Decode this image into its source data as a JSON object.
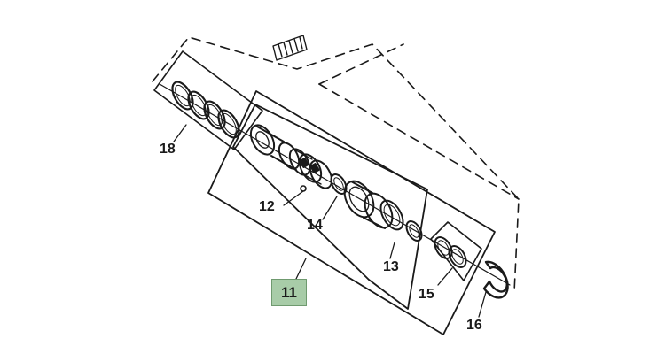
{
  "callouts": {
    "c11": "11",
    "c12": "12",
    "c13": "13",
    "c14": "14",
    "c15": "15",
    "c16": "16",
    "c18": "18"
  },
  "colors": {
    "line": "#1a1a1a",
    "highlight": "#a8cca8",
    "highlight_border": "#6f9a6f",
    "background": "#ffffff"
  },
  "icons": [
    "exploded-parts-diagram"
  ]
}
